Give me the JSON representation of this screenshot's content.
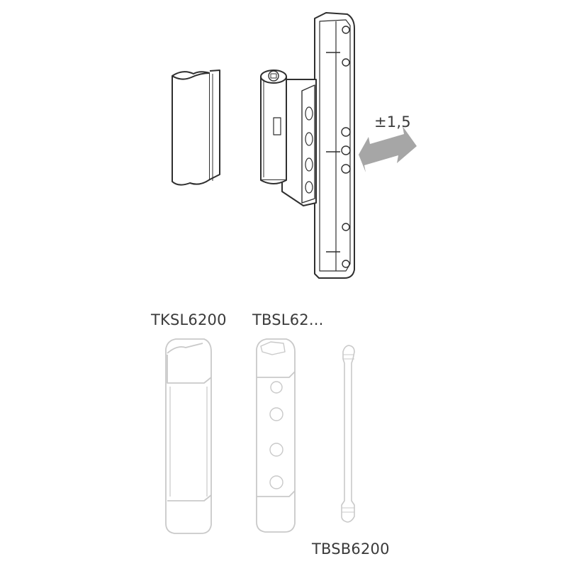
{
  "adjustment_label": "±1,5",
  "parts": {
    "sleeve_label": "TKSL6200",
    "body_label": "TBSL62...",
    "pin_label": "TBSB6200"
  },
  "colors": {
    "outline": "#2f2f2f",
    "faded_outline": "#c9c9c9",
    "arrow": "#a6a6a6",
    "text": "#3a3a3a"
  }
}
